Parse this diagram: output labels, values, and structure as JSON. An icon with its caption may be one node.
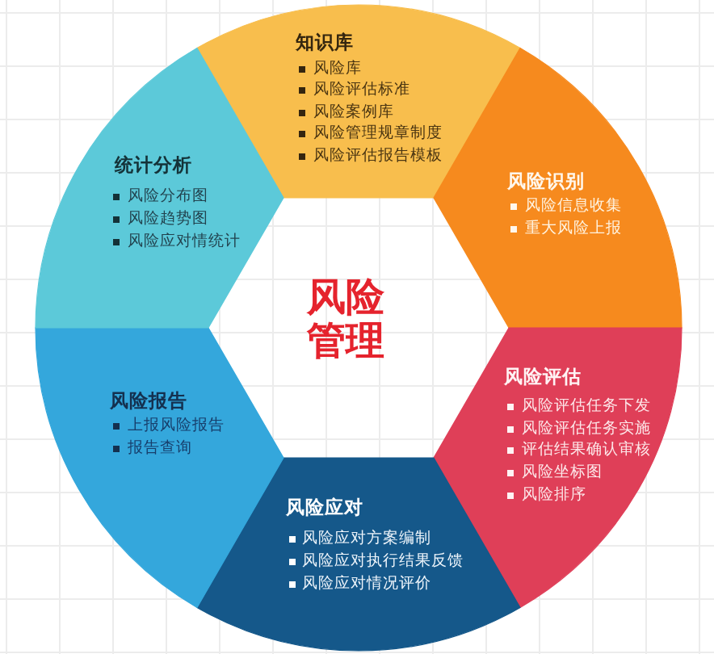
{
  "diagram": {
    "nodes": [
      {
        "text": [
          "风险管理"
        ]
      },
      {
        "text": [
          "知识库",
          "风险库",
          "风险评估标准",
          "风险案例库",
          "风险管理规章制度",
          "风险评估报告模板"
        ]
      },
      {
        "text": [
          "风险识别",
          "风险信息收集",
          "重大风险上报"
        ]
      },
      {
        "text": [
          "风险评估",
          "风险评估任务下发",
          "风险评估任务实施",
          "评估结果确认审核",
          "风险坐标图",
          "风险排序"
        ]
      },
      {
        "text": [
          "风险应对",
          "风险应对方案编制",
          "风险应对执行结果反馈",
          "风险应对情况评价"
        ]
      },
      {
        "text": [
          "风险报告",
          "上报风险报告",
          "报告查询"
        ]
      },
      {
        "text": [
          "统计分析",
          "风险分布图",
          "风险趋势图",
          "风险应对情统计"
        ]
      }
    ]
  }
}
